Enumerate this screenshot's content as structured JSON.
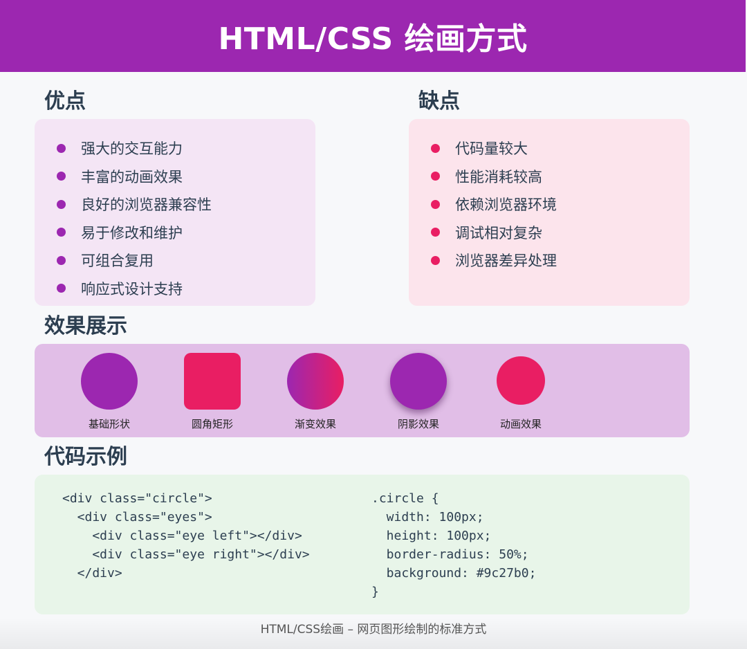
{
  "header": {
    "title": "HTML/CSS 绘画方式"
  },
  "pros": {
    "title": "优点",
    "items": [
      "强大的交互能力",
      "丰富的动画效果",
      "良好的浏览器兼容性",
      "易于修改和维护",
      "可组合复用",
      "响应式设计支持"
    ]
  },
  "cons": {
    "title": "缺点",
    "items": [
      "代码量较大",
      "性能消耗较高",
      "依赖浏览器环境",
      "调试相对复杂",
      "浏览器差异处理"
    ]
  },
  "demo": {
    "title": "效果展示",
    "items": [
      "基础形状",
      "圆角矩形",
      "渐变效果",
      "阴影效果",
      "动画效果"
    ]
  },
  "code": {
    "title": "代码示例",
    "html_lines": [
      "<div class=\"circle\">",
      "  <div class=\"eyes\">",
      "    <div class=\"eye left\"></div>",
      "    <div class=\"eye right\"></div>",
      "  </div>"
    ],
    "css_lines": [
      ".circle {",
      "  width: 100px;",
      "  height: 100px;",
      "  border-radius: 50%;",
      "  background: #9c27b0;",
      "}"
    ]
  },
  "footer": {
    "text": "HTML/CSS绘画 – 网页图形绘制的标准方式"
  },
  "colors": {
    "primary": "#9c27b0",
    "accent": "#e91e63",
    "pros_bg": "#f4e5f5",
    "cons_bg": "#fce4ec",
    "demo_bg": "#e1bee7",
    "code_bg": "#e8f5e9"
  }
}
